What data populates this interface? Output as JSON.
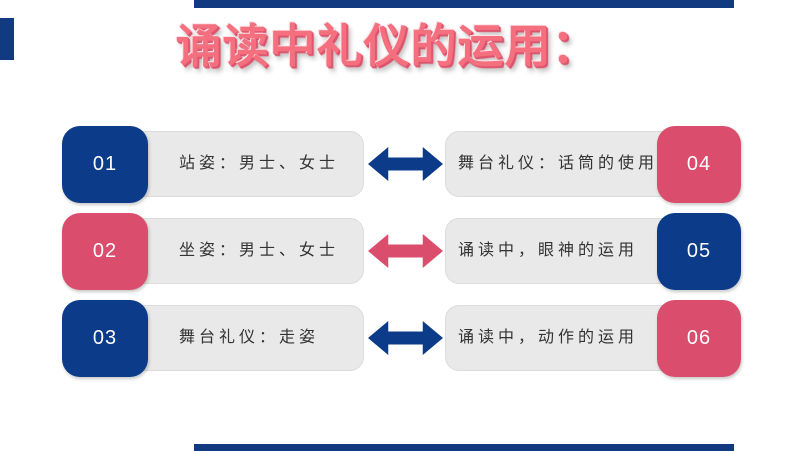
{
  "slide": {
    "title": "诵读中礼仪的运用：",
    "colors": {
      "navy": "#0c3b89",
      "rose": "#db4d6d",
      "decor_navy": "#123a80",
      "bar_gray": "#e9e9e9",
      "title_pink": "#f4707f"
    },
    "rows": [
      {
        "left_num": "01",
        "left_variant": "navy",
        "left_text": "站姿：男士、女士",
        "arrow_variant": "navy",
        "right_text": "舞台礼仪：话筒的使用",
        "right_num": "04",
        "right_variant": "rose"
      },
      {
        "left_num": "02",
        "left_variant": "rose",
        "left_text": "坐姿：男士、女士",
        "arrow_variant": "rose",
        "right_text": "诵读中，眼神的运用",
        "right_num": "05",
        "right_variant": "navy"
      },
      {
        "left_num": "03",
        "left_variant": "navy",
        "left_text": "舞台礼仪：走姿",
        "arrow_variant": "navy",
        "right_text": "诵读中，动作的运用",
        "right_num": "06",
        "right_variant": "rose"
      }
    ]
  }
}
